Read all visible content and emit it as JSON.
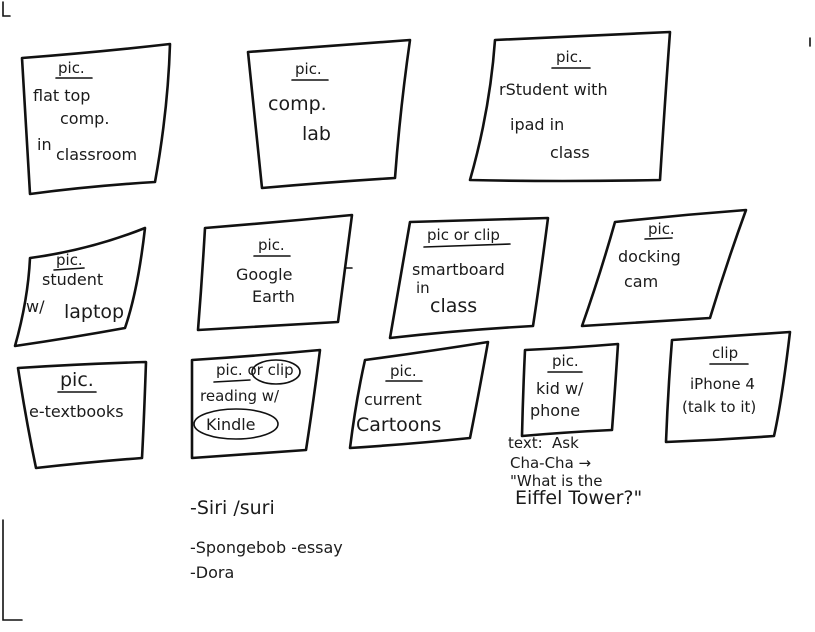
{
  "cards": [
    {
      "id": "flat-top",
      "header": "pic.",
      "lines": [
        "flat top",
        "comp.",
        "in",
        "classroom"
      ]
    },
    {
      "id": "comp-lab",
      "header": "pic.",
      "lines": [
        "comp.",
        "lab"
      ]
    },
    {
      "id": "student-ipad",
      "header": "pic.",
      "lines": [
        "rStudent with",
        "ipad   in",
        "class"
      ]
    },
    {
      "id": "student-laptop",
      "header": "pic.",
      "lines": [
        "student",
        "w/",
        "laptop"
      ]
    },
    {
      "id": "google-earth",
      "header": "pic.",
      "lines": [
        "Google",
        "Earth"
      ]
    },
    {
      "id": "smartboard",
      "header": "pic or clip",
      "lines": [
        "smartboard",
        "in",
        "class"
      ]
    },
    {
      "id": "docking-cam",
      "header": "pic.",
      "lines": [
        "docking",
        "cam"
      ]
    },
    {
      "id": "e-textbooks",
      "header": "pic.",
      "lines": [
        "e-textbooks"
      ]
    },
    {
      "id": "kindle",
      "header": "pic. or clip",
      "lines": [
        "reading w/",
        "Kindle"
      ]
    },
    {
      "id": "cartoons",
      "header": "pic.",
      "lines": [
        "current",
        "Cartoons"
      ]
    },
    {
      "id": "kid-phone",
      "header": "pic.",
      "lines": [
        "kid w/",
        "phone"
      ]
    },
    {
      "id": "iphone",
      "header": "clip",
      "lines": [
        "iPhone 4",
        "(talk to it)"
      ]
    }
  ],
  "text_note": {
    "label": "text:",
    "lines": [
      "Ask",
      "Cha-Cha →",
      "\"What is the",
      "Eiffel Tower?\""
    ]
  },
  "list_notes": [
    "-Siri /suri",
    "-Spongebob -essay",
    "-Dora"
  ]
}
